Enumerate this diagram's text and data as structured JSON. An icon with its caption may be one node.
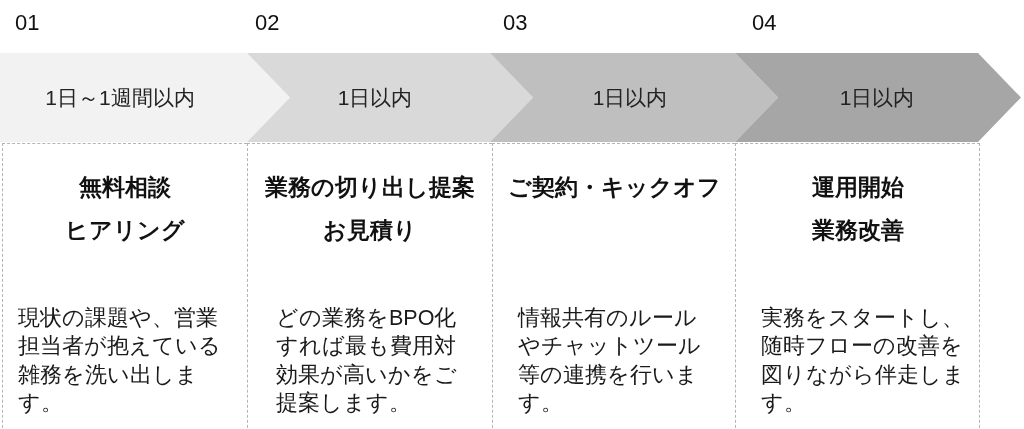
{
  "diagram": {
    "nodes": [
      {
        "text": [
          "1日～1週間以内"
        ],
        "beside": [
          "01"
        ]
      },
      {
        "text": [
          "1日以内"
        ],
        "beside": [
          "02"
        ]
      },
      {
        "text": [
          "1日以内"
        ],
        "beside": [
          "03"
        ]
      },
      {
        "text": [
          "1日以内"
        ],
        "beside": [
          "04"
        ]
      },
      {
        "text": [
          "無料相談",
          "ヒアリング",
          "現状の課題や、営業担当者が抱えている雑務を洗い出します。"
        ]
      },
      {
        "text": [
          "業務の切り出し提案",
          "お見積り",
          "どの業務をBPO化すれば最も費用対効果が高いかをご提案します。"
        ]
      },
      {
        "text": [
          "ご契約・キックオフ",
          "情報共有のルールやチャットツール等の連携を行います。"
        ]
      },
      {
        "text": [
          "運用開始",
          "業務改善",
          "実務をスタートし、随時フローの改善を図りながら伴走します。"
        ]
      }
    ]
  }
}
